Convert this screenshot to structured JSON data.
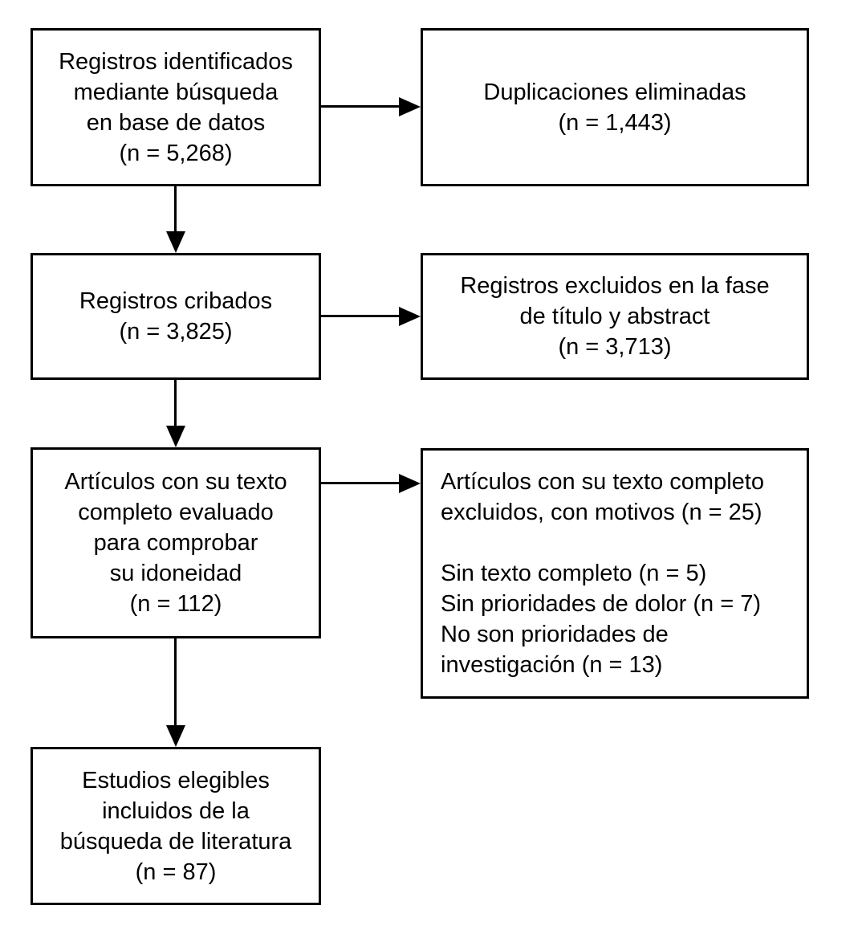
{
  "title": "PRISMA flow diagram (Spanish)",
  "colors": {
    "border": "#000000",
    "text": "#000000",
    "background": "#ffffff"
  },
  "boxes": {
    "identified": {
      "text": "Registros identificados\nmediante búsqueda\nen base de datos\n(n = 5,268)",
      "n": 5268
    },
    "duplicates": {
      "text": "Duplicaciones eliminadas\n(n = 1,443)",
      "n": 1443
    },
    "screened": {
      "text": "Registros cribados\n(n = 3,825)",
      "n": 3825
    },
    "excluded_title_abstract": {
      "text": "Registros excluidos en la fase\nde título y abstract\n(n = 3,713)",
      "n": 3713
    },
    "fulltext_assessed": {
      "text": "Artículos con su texto\ncompleto evaluado\npara comprobar\nsu idoneidad\n(n = 112)",
      "n": 112
    },
    "fulltext_excluded": {
      "text": "Artículos con su texto completo\nexcluidos, con motivos (n = 25)\n\nSin texto completo (n = 5)\nSin prioridades de dolor (n = 7)\nNo son prioridades de\ninvestigación (n = 13)",
      "n": 25,
      "reasons": [
        {
          "label": "Sin texto completo",
          "n": 5
        },
        {
          "label": "Sin prioridades de dolor",
          "n": 7
        },
        {
          "label": "No son prioridades de investigación",
          "n": 13
        }
      ]
    },
    "included": {
      "text": "Estudios elegibles\nincluidos de la\nbúsqueda de literatura\n(n = 87)",
      "n": 87
    }
  },
  "connections": [
    {
      "from": "identified",
      "to": "duplicates",
      "direction": "right"
    },
    {
      "from": "identified",
      "to": "screened",
      "direction": "down"
    },
    {
      "from": "screened",
      "to": "excluded_title_abstract",
      "direction": "right"
    },
    {
      "from": "screened",
      "to": "fulltext_assessed",
      "direction": "down"
    },
    {
      "from": "fulltext_assessed",
      "to": "fulltext_excluded",
      "direction": "right"
    },
    {
      "from": "fulltext_assessed",
      "to": "included",
      "direction": "down"
    }
  ]
}
